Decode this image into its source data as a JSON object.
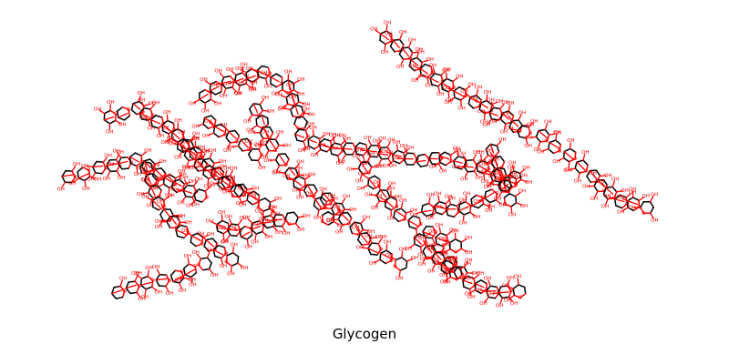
{
  "title": "Glycogen",
  "atom_labels": {
    "hydroxyl": "OH",
    "oxygen": "O"
  },
  "colors": {
    "bond": "#000000",
    "heteroatom": "#ff0000",
    "background": "#ffffff"
  }
}
